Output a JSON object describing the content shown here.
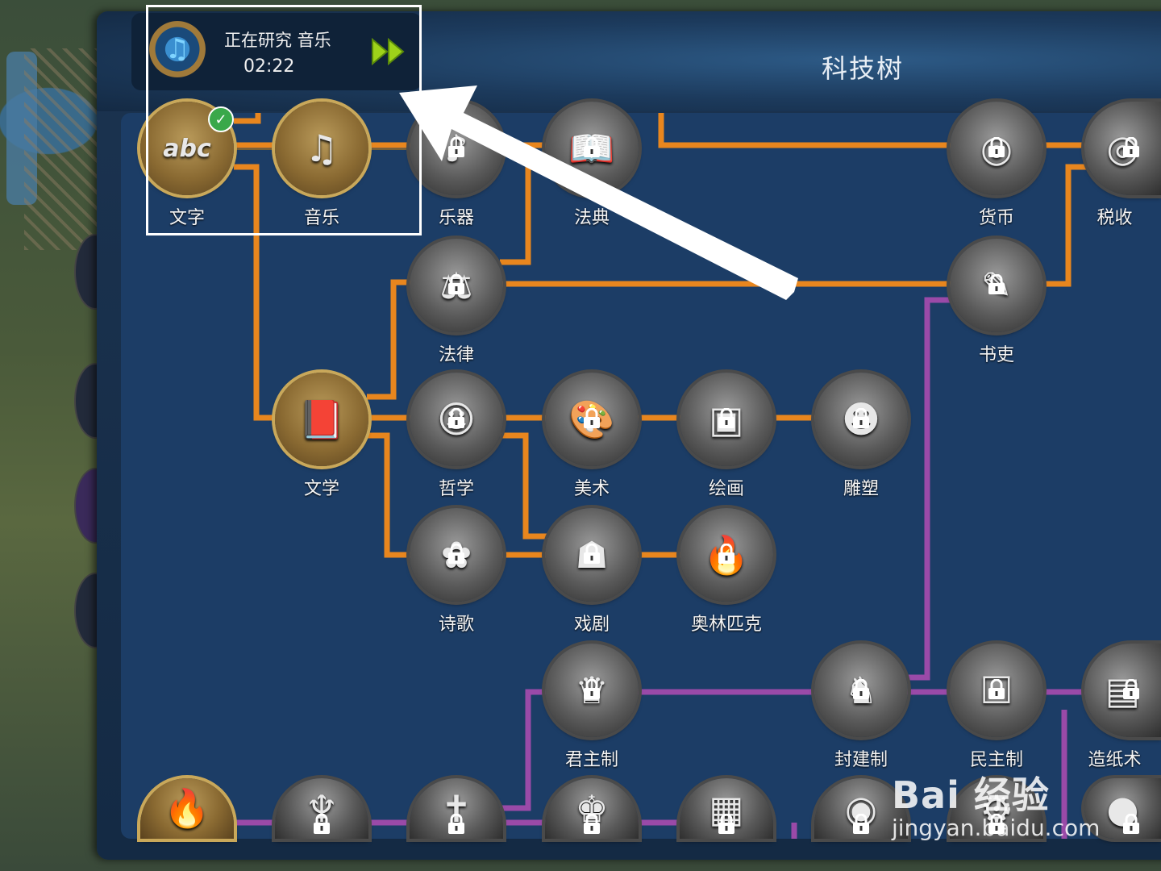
{
  "panel": {
    "title": "科技树"
  },
  "research": {
    "label": "正在研究 音乐",
    "time": "02:22"
  },
  "nodes": [
    {
      "id": "writing",
      "label": "文字",
      "state": "unlocked",
      "glyph": "abc",
      "icon": "abc-icon",
      "completed": true
    },
    {
      "id": "music",
      "label": "音乐",
      "state": "unlocked",
      "glyph": "♫",
      "icon": "music-note-icon"
    },
    {
      "id": "instruments",
      "label": "乐器",
      "state": "locked",
      "glyph": "♪",
      "icon": "lyre-icon"
    },
    {
      "id": "code",
      "label": "法典",
      "state": "locked",
      "glyph": "📖",
      "icon": "law-book-icon"
    },
    {
      "id": "currency",
      "label": "货币",
      "state": "locked",
      "glyph": "◎",
      "icon": "coins-icon"
    },
    {
      "id": "taxes",
      "label": "税收",
      "state": "locked",
      "glyph": "◎",
      "icon": "coin-pile-icon"
    },
    {
      "id": "law",
      "label": "法律",
      "state": "locked",
      "glyph": "⚖",
      "icon": "gavel-icon"
    },
    {
      "id": "scribe",
      "label": "书吏",
      "state": "locked",
      "glyph": "✎",
      "icon": "scroll-icon"
    },
    {
      "id": "literature",
      "label": "文学",
      "state": "unlocked",
      "glyph": "📕",
      "icon": "book-icon"
    },
    {
      "id": "philosophy",
      "label": "哲学",
      "state": "locked",
      "glyph": "☺",
      "icon": "philosopher-icon"
    },
    {
      "id": "art",
      "label": "美术",
      "state": "locked",
      "glyph": "🎨",
      "icon": "palette-icon"
    },
    {
      "id": "painting",
      "label": "绘画",
      "state": "locked",
      "glyph": "▣",
      "icon": "painting-icon"
    },
    {
      "id": "sculpture",
      "label": "雕塑",
      "state": "locked",
      "glyph": "☻",
      "icon": "bust-icon"
    },
    {
      "id": "poetry",
      "label": "诗歌",
      "state": "locked",
      "glyph": "✿",
      "icon": "rose-scroll-icon"
    },
    {
      "id": "drama",
      "label": "戏剧",
      "state": "locked",
      "glyph": "☗",
      "icon": "mask-icon"
    },
    {
      "id": "olympics",
      "label": "奥林匹克",
      "state": "locked",
      "glyph": "🔥",
      "icon": "torch-icon"
    },
    {
      "id": "monarchy",
      "label": "君主制",
      "state": "locked",
      "glyph": "♛",
      "icon": "crown-icon"
    },
    {
      "id": "feudalism",
      "label": "封建制",
      "state": "locked",
      "glyph": "♞",
      "icon": "lion-statue-icon"
    },
    {
      "id": "democracy",
      "label": "民主制",
      "state": "locked",
      "glyph": "☐",
      "icon": "ballot-box-icon"
    },
    {
      "id": "papermaking",
      "label": "造纸术",
      "state": "locked",
      "glyph": "▤",
      "icon": "paper-icon"
    },
    {
      "id": "fire",
      "label": "",
      "state": "unlocked",
      "glyph": "🔥",
      "icon": "fire-icon"
    },
    {
      "id": "mythology",
      "label": "",
      "state": "locked",
      "glyph": "♆",
      "icon": "warrior-statue-icon"
    },
    {
      "id": "religion",
      "label": "",
      "state": "locked",
      "glyph": "✝",
      "icon": "prophet-icon"
    },
    {
      "id": "nobility",
      "label": "",
      "state": "locked",
      "glyph": "♚",
      "icon": "noble-icon"
    },
    {
      "id": "calendar",
      "label": "",
      "state": "locked",
      "glyph": "▦",
      "icon": "tablet-icon"
    },
    {
      "id": "archery",
      "label": "",
      "state": "locked",
      "glyph": "◉",
      "icon": "target-icon"
    },
    {
      "id": "engineering",
      "label": "",
      "state": "locked",
      "glyph": "⚙",
      "icon": "gear-icon"
    },
    {
      "id": "gunpowder",
      "label": "",
      "state": "locked",
      "glyph": "●",
      "icon": "cannon-icon"
    }
  ],
  "watermark": {
    "brand": "Bai 经验",
    "url": "jingyan.baidu.com"
  },
  "colors": {
    "orange_path": "#e8861e",
    "purple_path": "#9a4aa8",
    "panel": "#1c3d66"
  }
}
